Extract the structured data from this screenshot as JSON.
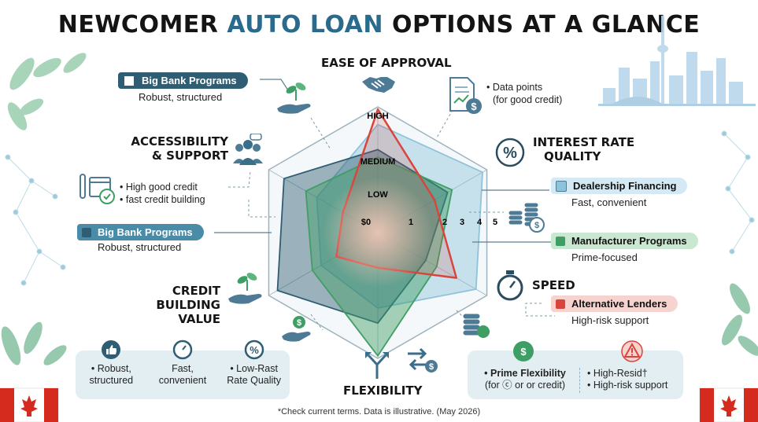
{
  "title": {
    "part1": "NEWCOMER",
    "part2": "AUTO LOAN",
    "part3": "OPTIONS AT A GLANCE"
  },
  "axes": {
    "ease": "EASE OF APPROVAL",
    "interest_line1": "INTEREST RATE",
    "interest_line2": "QUALITY",
    "speed": "SPEED",
    "flexibility": "FLEXIBILITY",
    "credit_line1": "CREDIT BUILDING",
    "credit_line2": "VALUE",
    "access_line1": "ACCESSIBILITY",
    "access_line2": "& SUPPORT"
  },
  "scale_labels": {
    "high": "HIGH",
    "medium": "MEDIUM",
    "low": "LOW"
  },
  "tick_labels": [
    "$0",
    "1",
    "2",
    "3",
    "4",
    "5"
  ],
  "legend": {
    "top_left": {
      "label": "Big Bank Programs",
      "sub": "Robust, structured"
    },
    "mid_left": {
      "label": "Big Bank Programs",
      "sub": "Robust, structured"
    },
    "dealership": {
      "label": "Dealership Financing",
      "sub": "Fast, convenient"
    },
    "manufacturer": {
      "label": "Manufacturer Programs",
      "sub": "Prime-focused"
    },
    "alternative": {
      "label": "Alternative Lenders",
      "sub": "High-risk support"
    }
  },
  "notes": {
    "data_points_1": "• Data points",
    "data_points_2": "(for good credit)",
    "credit_1": "• High good credit",
    "credit_2": "• fast credit building"
  },
  "bottom_left_panel": [
    {
      "icon": "thumbs-up-icon",
      "line1": "• Robust,",
      "line2": "structured"
    },
    {
      "icon": "stopwatch-icon",
      "line1": "Fast,",
      "line2": "convenient"
    },
    {
      "icon": "percent-icon",
      "line1": "• Low-Rast",
      "line2": "Rate Quality"
    }
  ],
  "bottom_right_panel": {
    "left_line1": "• Prime Flexibility",
    "left_line2": "(for ⓒ or or credit)",
    "right_line1": "• High-Resid†",
    "right_line2": "• High-risk support"
  },
  "footnote": "*Check current terms. Data is illustrative. (May 2026)",
  "colors": {
    "big_bank": "#2f5d73",
    "dealership": "#8ec3dc",
    "manufacturer": "#3f9e63",
    "alternative": "#d9453b",
    "accent": "#2a6a8c"
  },
  "chart_data": {
    "type": "radar",
    "axes": [
      "EASE OF APPROVAL",
      "INTEREST RATE QUALITY",
      "SPEED",
      "FLEXIBILITY",
      "CREDIT BUILDING VALUE",
      "ACCESSIBILITY & SUPPORT"
    ],
    "range": [
      0,
      5
    ],
    "series": [
      {
        "name": "Big Bank Programs",
        "color": "#2f5d73",
        "values": [
          3.3,
          3.2,
          2.2,
          3.6,
          4.6,
          4.3
        ]
      },
      {
        "name": "Dealership Financing",
        "color": "#8ec3dc",
        "values": [
          4.3,
          4.8,
          4.5,
          3.0,
          2.6,
          2.8
        ]
      },
      {
        "name": "Manufacturer Programs",
        "color": "#3f9e63",
        "values": [
          3.0,
          3.4,
          2.7,
          4.9,
          3.0,
          3.3
        ]
      },
      {
        "name": "Alternative Lenders",
        "color": "#d9453b",
        "values": [
          4.9,
          2.6,
          3.6,
          1.4,
          1.9,
          1.6
        ]
      }
    ]
  }
}
